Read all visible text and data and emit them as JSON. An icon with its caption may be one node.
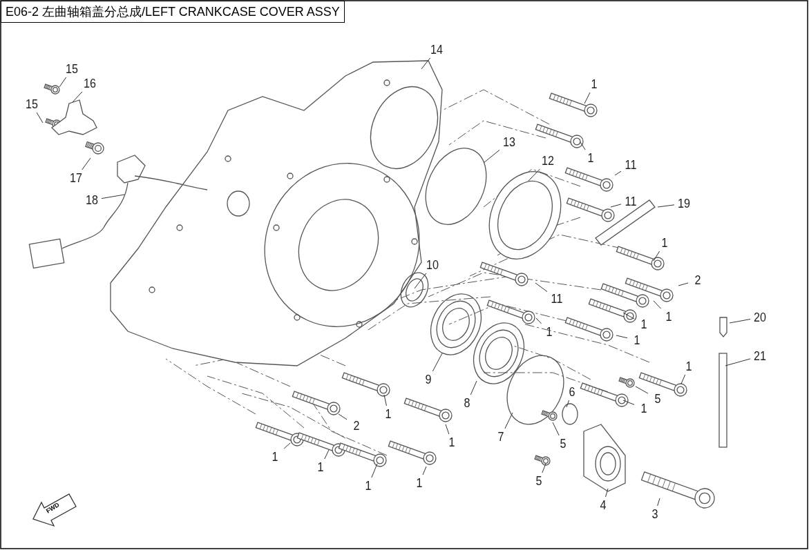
{
  "diagram": {
    "title": "E06-2 左曲轴箱盖分总成/LEFT CRANKCASE COVER ASSY",
    "nodes": [
      {
        "text": [
          "14"
        ]
      },
      {
        "text": [
          "15"
        ]
      },
      {
        "text": [
          "16"
        ]
      },
      {
        "text": [
          "15"
        ]
      },
      {
        "text": [
          "1"
        ]
      },
      {
        "text": [
          "13"
        ]
      },
      {
        "text": [
          "1"
        ]
      },
      {
        "text": [
          "17"
        ]
      },
      {
        "text": [
          "12"
        ]
      },
      {
        "text": [
          "11"
        ]
      },
      {
        "text": [
          "18"
        ]
      },
      {
        "text": [
          "11"
        ]
      },
      {
        "text": [
          "19"
        ]
      },
      {
        "text": [
          "1"
        ]
      },
      {
        "text": [
          "10"
        ]
      },
      {
        "text": [
          "11"
        ]
      },
      {
        "text": [
          "2"
        ]
      },
      {
        "text": [
          "1"
        ]
      },
      {
        "text": [
          "20"
        ]
      },
      {
        "text": [
          "1"
        ]
      },
      {
        "text": [
          "1"
        ]
      },
      {
        "text": [
          "1"
        ]
      },
      {
        "text": [
          "21"
        ]
      },
      {
        "text": [
          "1"
        ]
      },
      {
        "text": [
          "9"
        ]
      },
      {
        "text": [
          "5"
        ]
      },
      {
        "text": [
          "6"
        ]
      },
      {
        "text": [
          "1"
        ]
      },
      {
        "text": [
          "1"
        ]
      },
      {
        "text": [
          "8"
        ]
      },
      {
        "text": [
          "2"
        ]
      },
      {
        "text": [
          "1"
        ]
      },
      {
        "text": [
          "5"
        ]
      },
      {
        "text": [
          "7"
        ]
      },
      {
        "text": [
          "1"
        ]
      },
      {
        "text": [
          "1"
        ]
      },
      {
        "text": [
          "1"
        ]
      },
      {
        "text": [
          "1"
        ]
      },
      {
        "text": [
          "5"
        ]
      },
      {
        "text": [
          "4"
        ]
      },
      {
        "text": [
          "3"
        ]
      }
    ],
    "edges": [
      {
        "from": 0,
        "to": null,
        "arrow": "none"
      },
      {
        "from": 1,
        "to": null,
        "arrow": "none"
      },
      {
        "from": 2,
        "to": null,
        "arrow": "none"
      },
      {
        "from": 3,
        "to": null,
        "arrow": "none"
      },
      {
        "from": 4,
        "to": null,
        "arrow": "none"
      },
      {
        "from": 5,
        "to": null,
        "arrow": "none"
      },
      {
        "from": 6,
        "to": null,
        "arrow": "none"
      },
      {
        "from": 7,
        "to": null,
        "arrow": "none"
      },
      {
        "from": 8,
        "to": null,
        "arrow": "none"
      },
      {
        "from": 9,
        "to": null,
        "arrow": "none"
      },
      {
        "from": 10,
        "to": null,
        "arrow": "none"
      },
      {
        "from": 11,
        "to": null,
        "arrow": "none"
      },
      {
        "from": 12,
        "to": null,
        "arrow": "none"
      },
      {
        "from": 13,
        "to": null,
        "arrow": "none"
      },
      {
        "from": 14,
        "to": null,
        "arrow": "none"
      },
      {
        "from": 15,
        "to": null,
        "arrow": "none"
      },
      {
        "from": 16,
        "to": null,
        "arrow": "none"
      },
      {
        "from": 17,
        "to": null,
        "arrow": "none"
      },
      {
        "from": 18,
        "to": null,
        "arrow": "none"
      },
      {
        "from": 19,
        "to": null,
        "arrow": "none"
      },
      {
        "from": 20,
        "to": null,
        "arrow": "none"
      },
      {
        "from": 21,
        "to": null,
        "arrow": "none"
      },
      {
        "from": 22,
        "to": null,
        "arrow": "none"
      },
      {
        "from": 23,
        "to": null,
        "arrow": "none"
      },
      {
        "from": 24,
        "to": null,
        "arrow": "none"
      },
      {
        "from": 25,
        "to": null,
        "arrow": "none"
      },
      {
        "from": 26,
        "to": null,
        "arrow": "none"
      },
      {
        "from": 27,
        "to": null,
        "arrow": "none"
      },
      {
        "from": 28,
        "to": null,
        "arrow": "none"
      },
      {
        "from": 29,
        "to": null,
        "arrow": "none"
      },
      {
        "from": 30,
        "to": null,
        "arrow": "none"
      },
      {
        "from": 31,
        "to": null,
        "arrow": "none"
      },
      {
        "from": 32,
        "to": null,
        "arrow": "none"
      },
      {
        "from": 33,
        "to": null,
        "arrow": "none"
      },
      {
        "from": 34,
        "to": null,
        "arrow": "none"
      },
      {
        "from": 35,
        "to": null,
        "arrow": "none"
      },
      {
        "from": 36,
        "to": null,
        "arrow": "none"
      },
      {
        "from": 37,
        "to": null,
        "arrow": "none"
      },
      {
        "from": 38,
        "to": null,
        "arrow": "none"
      },
      {
        "from": 39,
        "to": null,
        "arrow": "none"
      },
      {
        "from": 40,
        "to": null,
        "arrow": "none"
      }
    ],
    "labels": [
      "FWD"
    ]
  }
}
